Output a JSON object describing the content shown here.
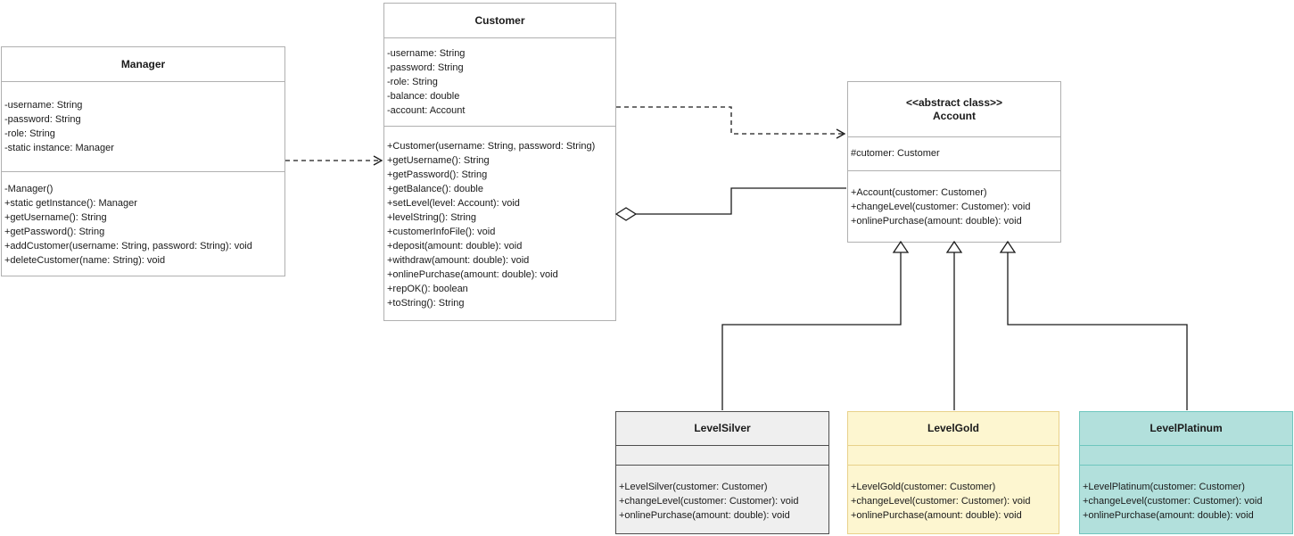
{
  "diagram_type": "uml-class-diagram",
  "colors": {
    "background": "#ffffff",
    "white_box_border": "#b0b0b0",
    "silver_fill": "#efefef",
    "silver_border": "#4d4d4d",
    "gold_fill": "#fdf6d0",
    "gold_border": "#e8d18a",
    "platinum_fill": "#b2e0dc",
    "platinum_border": "#6ec6be",
    "line_color": "#1a1a1a"
  },
  "classes": {
    "manager": {
      "title": "Manager",
      "fields": [
        "-username: String",
        "-password: String",
        "-role: String",
        "-static instance: Manager"
      ],
      "methods": [
        "-Manager()",
        "+static getInstance(): Manager",
        "+getUsername(): String",
        "+getPassword(): String",
        "+addCustomer(username: String, password: String): void",
        "+deleteCustomer(name: String): void"
      ]
    },
    "customer": {
      "title": "Customer",
      "fields": [
        "-username: String",
        "-password: String",
        "-role: String",
        "-balance: double",
        "-account: Account"
      ],
      "methods": [
        "+Customer(username: String, password: String)",
        "+getUsername(): String",
        "+getPassword(): String",
        "+getBalance(): double",
        "+setLevel(level: Account): void",
        "+levelString(): String",
        "+customerInfoFile(): void",
        "+deposit(amount: double): void",
        "+withdraw(amount: double): void",
        "+onlinePurchase(amount: double): void",
        "+repOK(): boolean",
        "+toString(): String"
      ]
    },
    "account": {
      "stereotype": "<<abstract class>>",
      "title": "Account",
      "fields": [
        "#cutomer: Customer"
      ],
      "methods": [
        "+Account(customer: Customer)",
        "+changeLevel(customer: Customer): void",
        "+onlinePurchase(amount: double): void"
      ]
    },
    "levelSilver": {
      "title": "LevelSilver",
      "fields": [],
      "methods": [
        "+LevelSilver(customer: Customer)",
        "+changeLevel(customer: Customer): void",
        "+onlinePurchase(amount: double): void"
      ]
    },
    "levelGold": {
      "title": "LevelGold",
      "fields": [],
      "methods": [
        "+LevelGold(customer: Customer)",
        "+changeLevel(customer: Customer): void",
        "+onlinePurchase(amount: double): void"
      ]
    },
    "levelPlatinum": {
      "title": "LevelPlatinum",
      "fields": [],
      "methods": [
        "+LevelPlatinum(customer: Customer)",
        "+changeLevel(customer: Customer): void",
        "+onlinePurchase(amount: double): void"
      ]
    }
  },
  "relationships": [
    {
      "type": "dependency",
      "from": "Manager",
      "to": "Customer",
      "line": "dashed",
      "end": "open-arrow"
    },
    {
      "type": "dependency",
      "from": "Customer",
      "to": "Account",
      "line": "dashed",
      "end": "open-arrow"
    },
    {
      "type": "aggregation",
      "from": "Customer",
      "to": "Account",
      "line": "solid",
      "end": "hollow-diamond-at-Customer"
    },
    {
      "type": "inheritance",
      "from": "LevelSilver",
      "to": "Account",
      "line": "solid",
      "end": "hollow-triangle"
    },
    {
      "type": "inheritance",
      "from": "LevelGold",
      "to": "Account",
      "line": "solid",
      "end": "hollow-triangle"
    },
    {
      "type": "inheritance",
      "from": "LevelPlatinum",
      "to": "Account",
      "line": "solid",
      "end": "hollow-triangle"
    }
  ]
}
